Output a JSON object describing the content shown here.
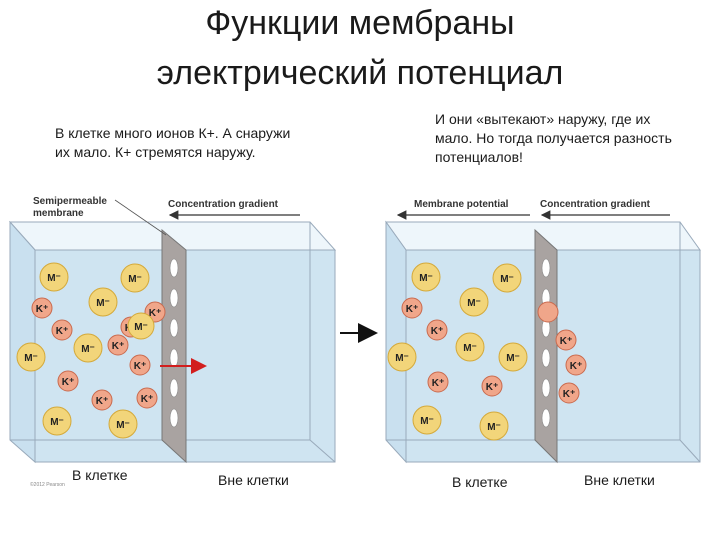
{
  "title": {
    "line1": "Функции мембраны",
    "line2": "электрический потенциал"
  },
  "notes": {
    "left": "В клетке много ионов К+. А снаружи их мало. К+ стремятся наружу.",
    "right": "И они «вытекают» наружу, где их мало. Но тогда получается разность потенциалов!"
  },
  "diagram": {
    "membrane_label": "Semipermeable membrane",
    "concentration_gradient": "Concentration gradient",
    "membrane_potential": "Membrane potential",
    "credit": "©2012 Pearson"
  },
  "ions": {
    "anion": "M⁻",
    "cation": "K⁺"
  },
  "footer": {
    "left_inside": "В клетке",
    "left_outside": "Вне клетки",
    "right_inside": "В клетке",
    "right_outside": "Вне клетки"
  },
  "colors": {
    "water": "#cfe4f1",
    "anion": "#f2d57a",
    "cation": "#f0a68a",
    "membrane": "#a9a3a1",
    "arrow": "#d21e1e"
  }
}
